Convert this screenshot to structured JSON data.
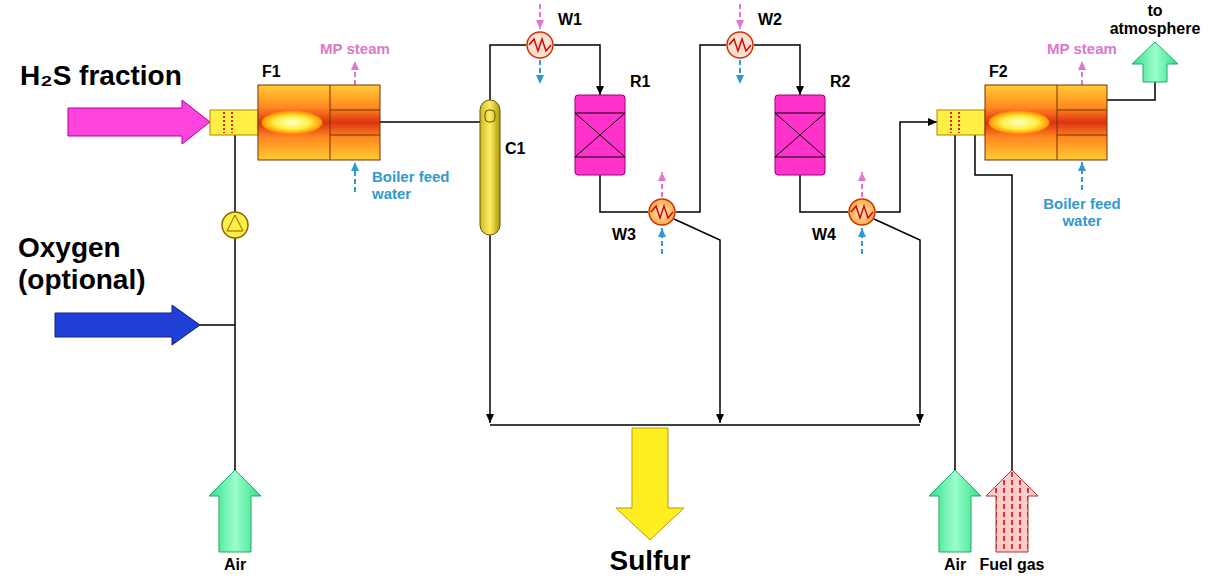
{
  "diagram": {
    "nodes": [
      {
        "text": [
          "F1"
        ]
      },
      {
        "text": [
          "C1"
        ]
      },
      {
        "text": [
          "W1"
        ]
      },
      {
        "text": [
          "R1"
        ]
      },
      {
        "text": [
          "W3"
        ]
      },
      {
        "text": [
          "W2"
        ]
      },
      {
        "text": [
          "R2"
        ]
      },
      {
        "text": [
          "W4"
        ]
      },
      {
        "text": [
          "F2"
        ]
      }
    ],
    "edges": [
      {
        "from": 0,
        "to": 1,
        "arrow": "none"
      },
      {
        "from": 1,
        "to": 2,
        "arrow": "none"
      },
      {
        "from": 2,
        "to": 3,
        "arrow": "to"
      },
      {
        "from": 3,
        "to": 4,
        "arrow": "none"
      },
      {
        "from": 4,
        "to": 5,
        "arrow": "none"
      },
      {
        "from": 5,
        "to": 6,
        "arrow": "to"
      },
      {
        "from": 6,
        "to": 7,
        "arrow": "none"
      },
      {
        "from": 7,
        "to": 8,
        "arrow": "to"
      }
    ],
    "labels": [
      "H₂S fraction",
      "MP steam",
      "Oxygen (optional)",
      "Boiler feed water",
      "Air",
      "Sulfur",
      "MP steam",
      "to atmosphere",
      "Boiler feed water",
      "Air",
      "Fuel gas"
    ]
  }
}
